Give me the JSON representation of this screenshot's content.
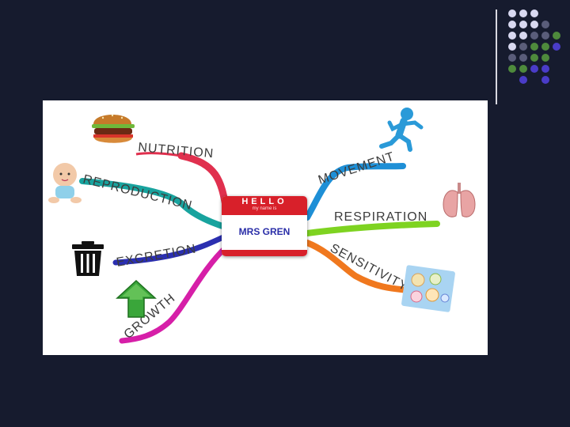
{
  "colors": {
    "background": "#161b2e",
    "nutrition": "#e0304e",
    "reproduction": "#18a39e",
    "excretion": "#2b2fb0",
    "growth": "#d61fa8",
    "movement": "#1e8fd6",
    "respiration": "#7ed321",
    "sensitivity": "#f0781e",
    "badge_red": "#d8202a",
    "badge_text": "#2a2ea8"
  },
  "badge": {
    "hello": "HELLO",
    "subtitle": "my name is",
    "name": "MRS GREN"
  },
  "branches": {
    "nutrition": "NUTRITION",
    "reproduction": "REPRODUCTION",
    "excretion": "EXCRETION",
    "growth": "GROWTH",
    "movement": "MOVEMENT",
    "respiration": "RESPIRATION",
    "sensitivity": "SENSITIVITY"
  },
  "icons": {
    "nutrition": "burger-icon",
    "reproduction": "baby-icon",
    "excretion": "trash-bin-icon",
    "growth": "up-arrow-icon",
    "movement": "running-figure-icon",
    "respiration": "lungs-icon",
    "sensitivity": "sense-organs-icon"
  },
  "decor_dot_colors": [
    "#d8d8f0",
    "#5a5d7a",
    "#4e8a3c",
    "#4a3cc8"
  ]
}
